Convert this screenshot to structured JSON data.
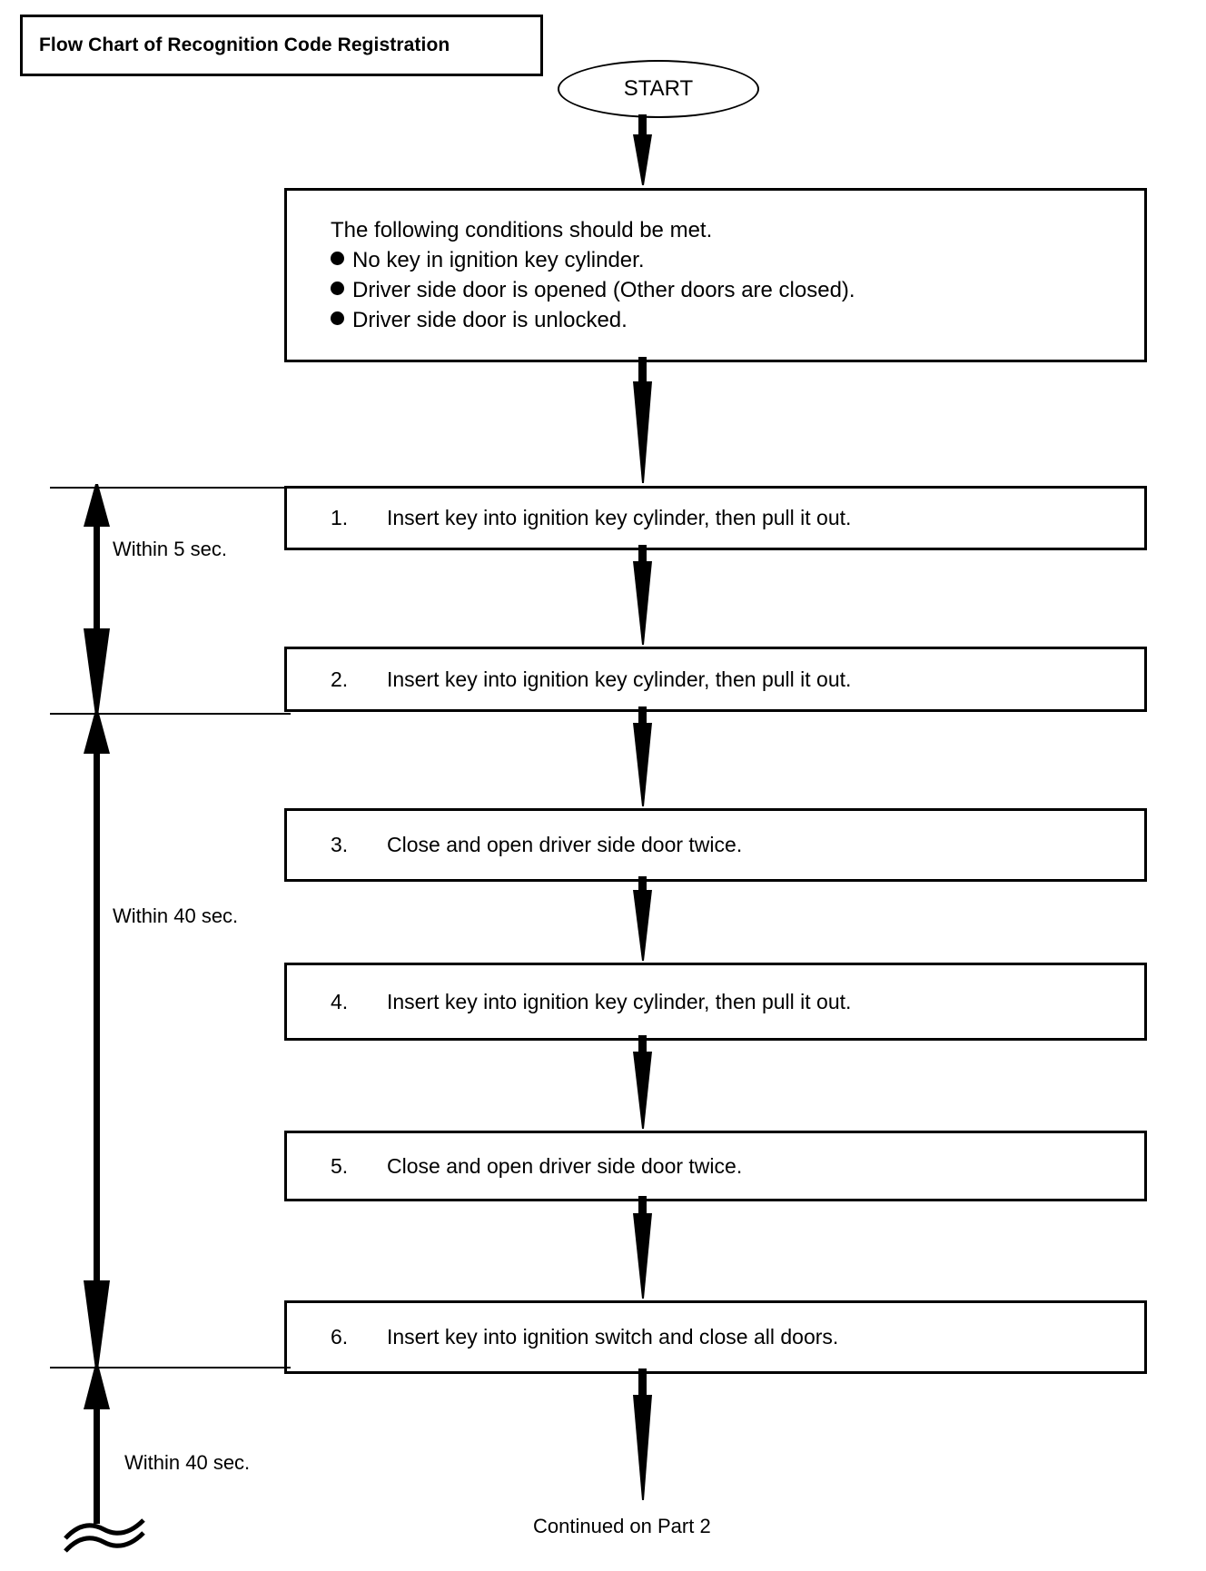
{
  "title": {
    "text": "Flow Chart of Recognition Code Registration"
  },
  "start": {
    "label": "START"
  },
  "conditions": {
    "heading": "The following conditions should be met.",
    "items": [
      "No key in ignition key cylinder.",
      "Driver side door is opened (Other doors are closed).",
      "Driver side door is unlocked."
    ]
  },
  "steps": [
    {
      "num": "1.",
      "text": "Insert key into ignition key cylinder, then pull it out."
    },
    {
      "num": "2.",
      "text": "Insert key into ignition key cylinder, then pull it out."
    },
    {
      "num": "3.",
      "text": "Close and open driver side door twice."
    },
    {
      "num": "4.",
      "text": "Insert key into ignition key cylinder, then pull it out."
    },
    {
      "num": "5.",
      "text": "Close and open driver side door twice."
    },
    {
      "num": "6.",
      "text": "Insert key into ignition switch and close all doors."
    }
  ],
  "timings": [
    {
      "label": "Within 5 sec."
    },
    {
      "label": "Within 40 sec."
    },
    {
      "label": "Within 40 sec."
    }
  ],
  "footer": {
    "continued": "Continued on Part 2"
  },
  "colors": {
    "ink": "#000000",
    "paper": "#ffffff"
  },
  "chart_data": {
    "type": "flowchart",
    "title": "Flow Chart of Recognition Code Registration",
    "nodes": [
      {
        "id": "start",
        "shape": "ellipse",
        "text": "START"
      },
      {
        "id": "conditions",
        "shape": "rect",
        "text": "The following conditions should be met. / No key in ignition key cylinder. / Driver side door is opened (Other doors are closed). / Driver side door is unlocked."
      },
      {
        "id": "step1",
        "shape": "rect",
        "text": "1. Insert key into ignition key cylinder, then pull it out."
      },
      {
        "id": "step2",
        "shape": "rect",
        "text": "2. Insert key into ignition key cylinder, then pull it out."
      },
      {
        "id": "step3",
        "shape": "rect",
        "text": "3. Close and open driver side door twice."
      },
      {
        "id": "step4",
        "shape": "rect",
        "text": "4. Insert key into ignition key cylinder, then pull it out."
      },
      {
        "id": "step5",
        "shape": "rect",
        "text": "5. Close and open driver side door twice."
      },
      {
        "id": "step6",
        "shape": "rect",
        "text": "6. Insert key into ignition switch and close all doors."
      },
      {
        "id": "continue",
        "shape": "text",
        "text": "Continued on Part 2"
      }
    ],
    "edges": [
      {
        "from": "start",
        "to": "conditions"
      },
      {
        "from": "conditions",
        "to": "step1"
      },
      {
        "from": "step1",
        "to": "step2"
      },
      {
        "from": "step2",
        "to": "step3"
      },
      {
        "from": "step3",
        "to": "step4"
      },
      {
        "from": "step4",
        "to": "step5"
      },
      {
        "from": "step5",
        "to": "step6"
      },
      {
        "from": "step6",
        "to": "continue"
      }
    ],
    "annotations": [
      {
        "label": "Within 5 sec.",
        "spans": [
          "step1",
          "step2"
        ]
      },
      {
        "label": "Within 40 sec.",
        "spans": [
          "step2",
          "step6"
        ]
      },
      {
        "label": "Within 40 sec.",
        "spans": [
          "step6",
          "continue"
        ]
      }
    ]
  }
}
